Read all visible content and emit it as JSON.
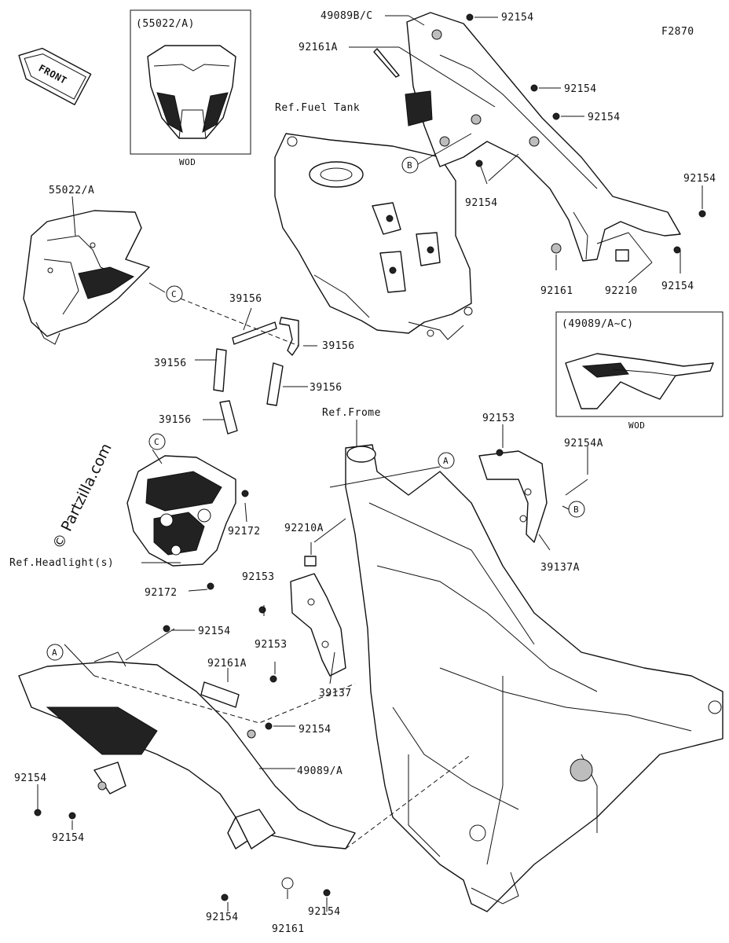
{
  "diagram_code": "F2870",
  "watermark": "© Partzilla.com",
  "front_arrow": "FRONT",
  "callouts": {
    "a": "A",
    "b": "B",
    "c": "C"
  },
  "inset_boxes": {
    "headlight_cowl": {
      "title": "(55022/A)",
      "footer": "WOD"
    },
    "side_cover": {
      "title": "(49089/A~C)",
      "footer": "WOD"
    }
  },
  "references": {
    "fuel_tank": "Ref.Fuel Tank",
    "frame": "Ref.Frome",
    "headlight": "Ref.Headlight(s)"
  },
  "part_labels": {
    "p49089bc": "49089B/C",
    "p92154_top": "92154",
    "p92161a_top": "92161A",
    "p92154_r1": "92154",
    "p92154_r2": "92154",
    "p92154_mid": "92154",
    "p92154_fr": "92154",
    "p92161_r": "92161",
    "p92210": "92210",
    "p92154_br": "92154",
    "p55022a": "55022/A",
    "p39156_a": "39156",
    "p39156_b": "39156",
    "p39156_c": "39156",
    "p39156_d": "39156",
    "p39156_e": "39156",
    "p92153_t": "92153",
    "p92154a": "92154A",
    "p39137a": "39137A",
    "p92172_a": "92172",
    "p92172_b": "92172",
    "p92210a": "92210A",
    "p92153_m": "92153",
    "p92154_l": "92154",
    "p92153_l": "92153",
    "p92161a_l": "92161A",
    "p39137": "39137",
    "p92154_c": "92154",
    "p49089a": "49089/A",
    "p92154_bl1": "92154",
    "p92154_bl2": "92154",
    "p92154_b1": "92154",
    "p92161_b": "92161",
    "p92154_b2": "92154"
  }
}
